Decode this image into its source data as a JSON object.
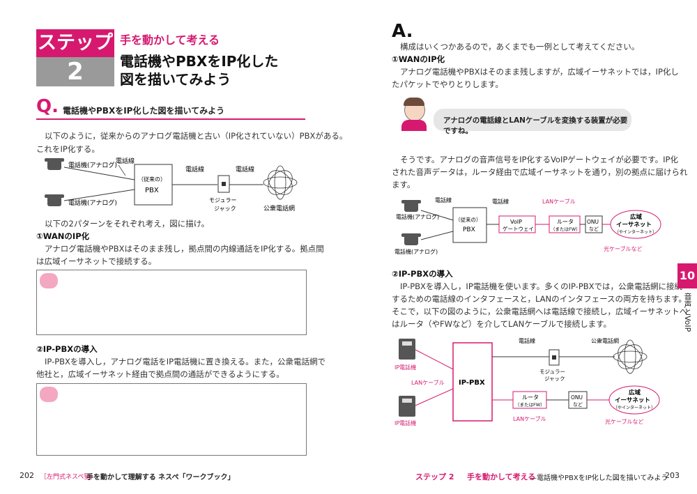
{
  "left": {
    "step_label": "ステップ",
    "step_number": "2",
    "subtitle": "手を動かして考える",
    "title_line1": "電話機やPBXをIP化した",
    "title_line2": "図を描いてみよう",
    "q_mark": "Q.",
    "q_heading": "電話機やPBXをIP化した図を描いてみよう",
    "intro_line1": "以下のように，従来からのアナログ電話機と古い（IP化されていない）PBXがある。",
    "intro_line2": "これをIP化する。",
    "diagram": {
      "phone1": "電話機(アナログ)",
      "phone2": "電話機(アナログ)",
      "line_label1": "電話線",
      "line_label2": "電話線",
      "line_label3": "電話線",
      "pbx_top": "（従来の）",
      "pbx": "PBX",
      "jack_line1": "モジュラー",
      "jack_line2": "ジャック",
      "network": "公衆電話網"
    },
    "instruction": "以下の2パターンをそれぞれ考え，図に描け。",
    "wan_heading": "①WANのIP化",
    "wan_line1": "アナログ電話機やPBXはそのまま残し，拠点間の内線通話をIP化する。拠点間",
    "wan_line2": "は広域イーサネットで接続する。",
    "ippbx_heading": "②IP-PBXの導入",
    "ippbx_line1": "IP-PBXを導入し，アナログ電話をIP電話機に置き換える。また，公衆電話網で",
    "ippbx_line2": "他社と，広域イーサネット経由で拠点間の通話ができるようにする。",
    "footer_page": "202",
    "footer_series": "［左門式ネスペ塾］",
    "footer_book": "手を動かして理解する ネスペ「ワークブック」"
  },
  "right": {
    "a_mark": "A.",
    "intro": "構成はいくつかあるので，あくまでも一例として考えてください。",
    "wan_heading": "①WANのIP化",
    "wan_line1": "アナログ電話機やPBXはそのまま残しますが，広域イーサネットでは，IP化し",
    "wan_line2": "たパケットでやりとりします。",
    "bubble": "アナログの電話線とLANケーブルを変換する装置が必要ですね。",
    "para_line1": "そうです。アナログの音声信号をIP化するVoIPゲートウェイが必要です。IP化",
    "para_line2": "された音声データは，ルータ経由で広域イーサネットを通り，別の拠点に届けられ",
    "para_line3": "ます。",
    "diagram1": {
      "phone1": "電話機(アナログ)",
      "phone2": "電話機(アナログ)",
      "line_label1": "電話線",
      "line_label2": "電話線",
      "lan_label": "LANケーブル",
      "pbx_top": "（従来の）",
      "pbx": "PBX",
      "voip_line1": "VoIP",
      "voip_line2": "ゲートウェイ",
      "router_line1": "ルータ",
      "router_line2": "（またはFW）",
      "onu_line1": "ONU",
      "onu_line2": "など",
      "eth_line1": "広域",
      "eth_line2": "イーサネット",
      "eth_line3": "（やインターネット）",
      "fiber": "光ケーブルなど"
    },
    "ippbx_heading": "②IP-PBXの導入",
    "ippbx_line1": "IP-PBXを導入し，IP電話機を使います。多くのIP-PBXでは，公衆電話網に接続",
    "ippbx_line2": "するための電話線のインタフェースと，LANのインタフェースの両方を持ちます。",
    "ippbx_line3": "そこで，以下の図のように，公衆電話網へは電話線で接続し，広域イーサネットへ",
    "ippbx_line4": "はルータ（やFWなど）を介してLANケーブルで接続します。",
    "diagram2": {
      "ipphone1": "IP電話機",
      "ipphone2": "IP電話機",
      "lan_label1": "LANケーブル",
      "lan_label2": "LANケーブル",
      "ippbx": "IP-PBX",
      "line_label": "電話線",
      "jack_line1": "モジュラー",
      "jack_line2": "ジャック",
      "network": "公衆電話網",
      "router_line1": "ルータ",
      "router_line2": "（またはFW）",
      "onu_line1": "ONU",
      "onu_line2": "など",
      "eth_line1": "広域",
      "eth_line2": "イーサネット",
      "eth_line3": "（やインターネット）",
      "fiber": "光ケーブルなど"
    },
    "chapter_number": "10",
    "chapter_title": "音声とVoIP",
    "footer_step": "ステップ 2",
    "footer_title": "手を動かして考える",
    "footer_sub": "—電話機やPBXをIP化した図を描いてみよう",
    "footer_page": "203"
  }
}
